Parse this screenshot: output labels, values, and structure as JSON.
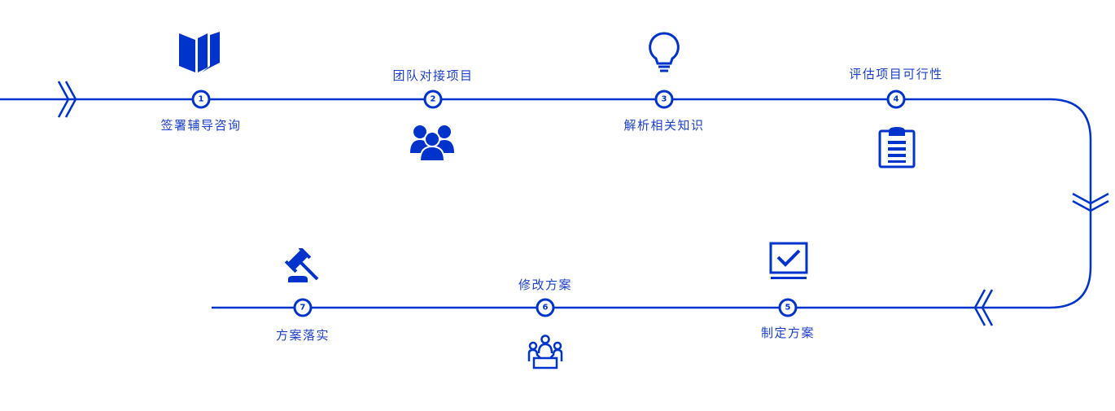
{
  "accent": "#0033cc",
  "steps": [
    {
      "num": "1",
      "label": "签署辅导咨询",
      "icon": "book-icon"
    },
    {
      "num": "2",
      "label": "团队对接项目",
      "icon": "team-icon"
    },
    {
      "num": "3",
      "label": "解析相关知识",
      "icon": "lightbulb-icon"
    },
    {
      "num": "4",
      "label": "评估项目可行性",
      "icon": "clipboard-icon"
    },
    {
      "num": "5",
      "label": "制定方案",
      "icon": "monitor-check-icon"
    },
    {
      "num": "6",
      "label": "修改方案",
      "icon": "meeting-icon"
    },
    {
      "num": "7",
      "label": "方案落实",
      "icon": "gavel-icon"
    }
  ]
}
